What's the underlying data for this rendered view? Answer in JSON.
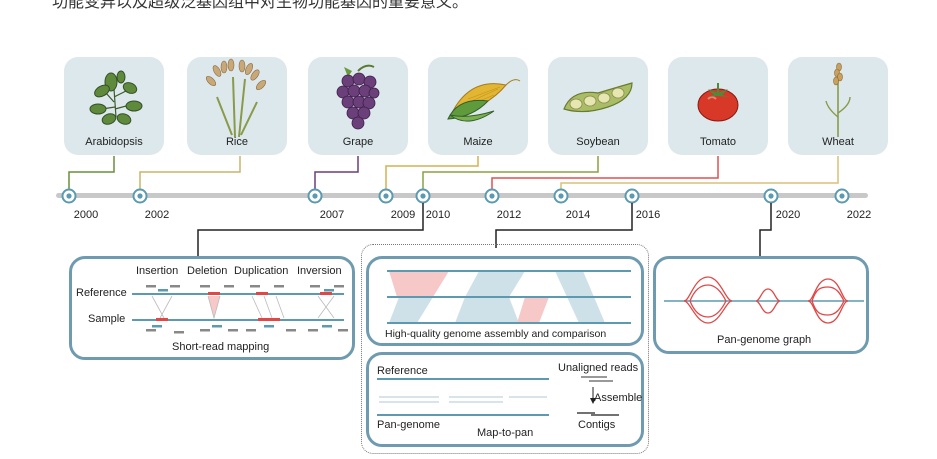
{
  "header_text": "功能变异以及超级泛基因组中对生物功能基因的重要意义。",
  "species": [
    {
      "name": "Arabidopsis",
      "year": "2000"
    },
    {
      "name": "Rice",
      "year": "2002"
    },
    {
      "name": "Grape",
      "year": "2007"
    },
    {
      "name": "Maize",
      "year": "2009"
    },
    {
      "name": "Soybean",
      "year": "2010"
    },
    {
      "name": "Tomato",
      "year": "2012"
    },
    {
      "name": "Wheat",
      "year": "2014"
    }
  ],
  "years": [
    "2000",
    "2002",
    "2007",
    "2009",
    "2010",
    "2012",
    "2014",
    "2016",
    "2020",
    "2022"
  ],
  "panels": {
    "short_read": {
      "title": "Short-read mapping",
      "reference_label": "Reference",
      "sample_label": "Sample",
      "sv_types": [
        "Insertion",
        "Deletion",
        "Duplication",
        "Inversion"
      ]
    },
    "assembly": {
      "title": "High-quality genome assembly and comparison"
    },
    "map_to_pan": {
      "title": "Map-to-pan",
      "reference_label": "Reference",
      "pangenome_label": "Pan-genome",
      "unaligned_label": "Unaligned reads",
      "assemble_label": "Assemble",
      "contigs_label": "Contigs"
    },
    "pan_graph": {
      "title": "Pan-genome graph"
    }
  },
  "colors": {
    "timeline_node": "#5b9ab0",
    "panel_border": "#6f9bb0",
    "card_bg": "#dde8ec",
    "arabidopsis_line": "#6a8f3c",
    "rice_line": "#c9b46a",
    "grape_line": "#6b3f7a",
    "maize_line": "#d4b050",
    "soybean_line": "#8aa040",
    "tomato_line": "#e05050",
    "wheat_line": "#d8c07a",
    "highlight_red": "#e04848"
  }
}
